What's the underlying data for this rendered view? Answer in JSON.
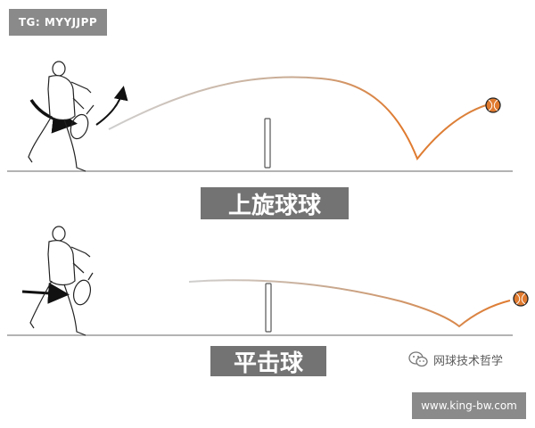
{
  "watermark": {
    "tg": "TG: MYYJJPP",
    "site": "www.king-bw.com",
    "wechat": "网球技术哲学"
  },
  "panels": {
    "topspin": {
      "label": "上旋球球"
    },
    "flat": {
      "label": "平击球"
    }
  },
  "colors": {
    "ball": "#e07a2e",
    "trajectory_bounce": "#d9833f",
    "trajectory_light": "#b0b0b0",
    "label_bg": "#737373",
    "badge_bg": "#8a8a8a"
  },
  "icons": {
    "swing_topspin": "curved-swing-arrow-icon",
    "swing_flat": "straight-swing-arrow-icon",
    "wechat": "wechat-icon"
  }
}
